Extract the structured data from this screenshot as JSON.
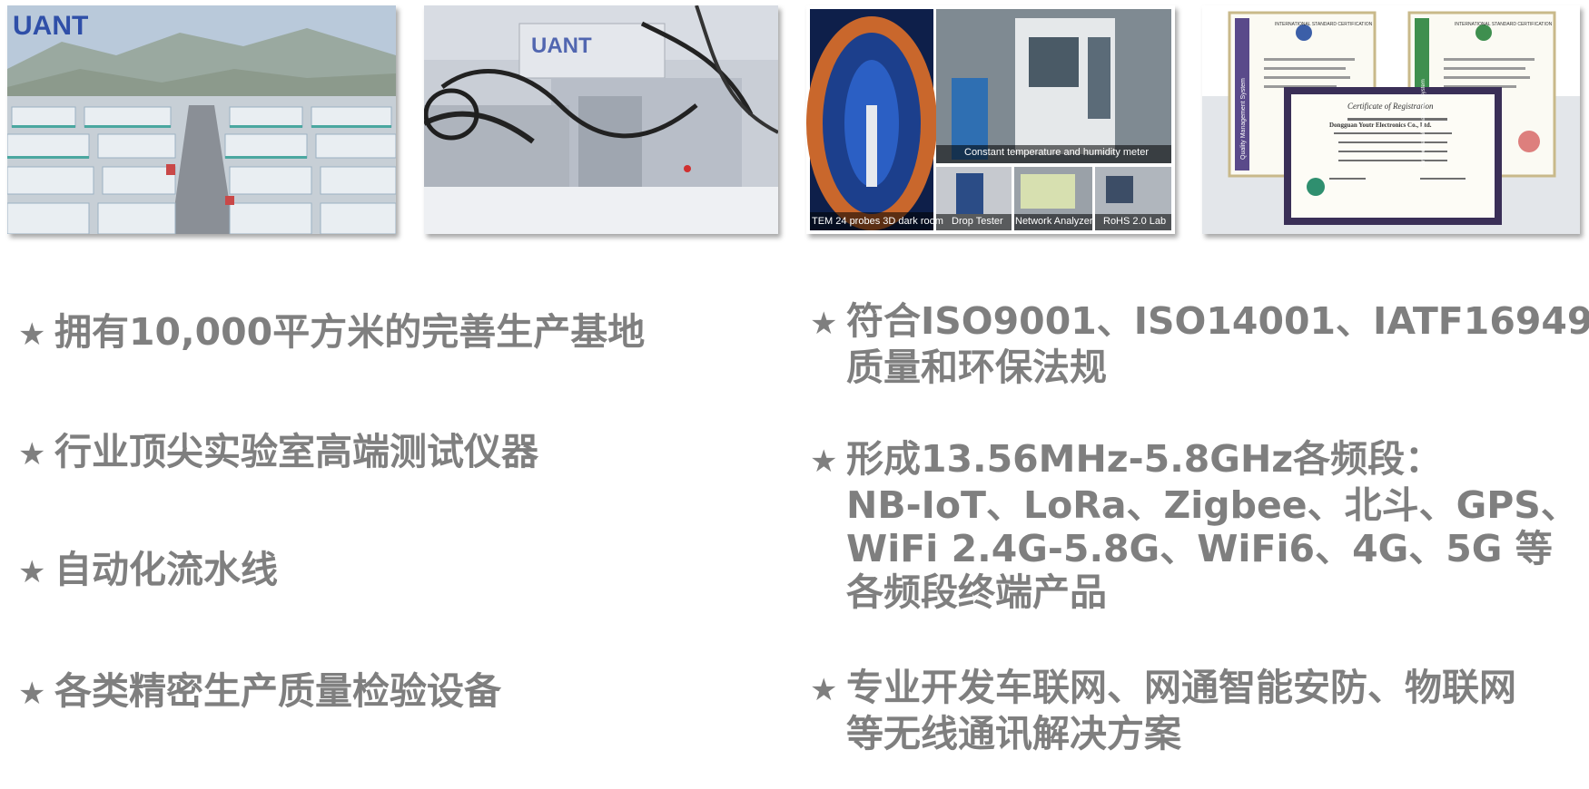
{
  "photos": {
    "factory": {
      "logo": "UANT"
    },
    "machine": {
      "logo": "UANT"
    },
    "lab": {
      "captions": {
        "humidity": "Constant temperature and humidity meter",
        "darkroom": "TEM 24 probes 3D dark room",
        "drop": "Drop Tester",
        "network": "Network Analyzer",
        "rohs": "RoHS 2.0 Lab"
      }
    },
    "certificates": {
      "left_title": "INTERNATIONAL STANDARD CERTIFICATION",
      "left_side": "Quality Management System",
      "right_title": "INTERNATIONAL STANDARD CERTIFICATION",
      "right_side": "Environmental Management System",
      "center_title": "Certificate of Registration",
      "center_company": "Dongguan Youtr Electronics Co., Ltd."
    }
  },
  "left_points": [
    {
      "star": "★",
      "text": "拥有10,000平方米的完善生产基地"
    },
    {
      "star": "★",
      "text": "行业顶尖实验室高端测试仪器"
    },
    {
      "star": "★",
      "text": "自动化流水线"
    },
    {
      "star": "★",
      "text": "各类精密生产质量检验设备"
    }
  ],
  "right_points": [
    {
      "star": "★",
      "lines": [
        "符合ISO9001、ISO14001、IATF16949",
        "质量和环保法规"
      ]
    },
    {
      "star": "★",
      "lines": [
        "形成13.56MHz-5.8GHz各频段：",
        "NB-IoT、LoRa、Zigbee、北斗、GPS、",
        "WiFi 2.4G-5.8G、WiFi6、4G、5G 等",
        "各频段终端产品"
      ]
    },
    {
      "star": "★",
      "lines": [
        "专业开发车联网、网通智能安防、物联网",
        "等无线通讯解决方案"
      ]
    }
  ],
  "colors": {
    "text": "#7f7f7f",
    "logo": "#2f4fa8"
  }
}
